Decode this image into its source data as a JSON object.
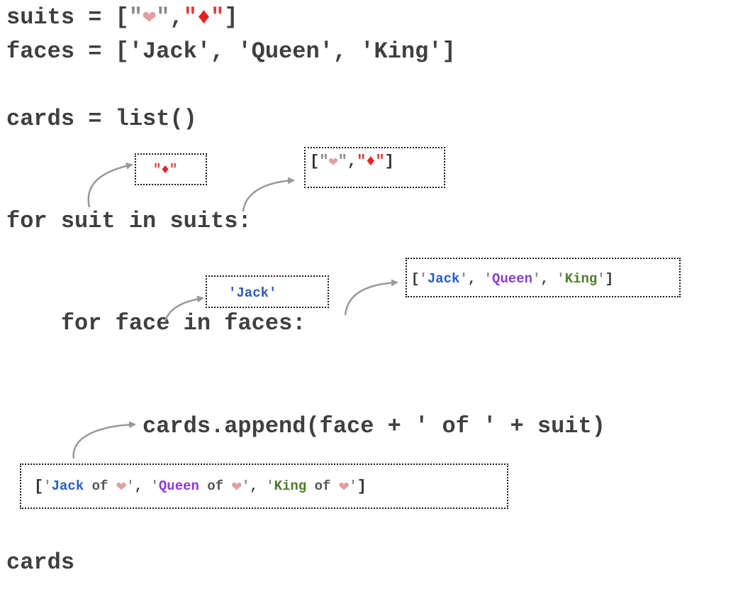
{
  "code": {
    "suits_pre": "suits = [",
    "suits_q": "\"",
    "suits_sep": ",",
    "suits_close": "]",
    "heart": "❤",
    "diamond": "♦",
    "faces_line": "faces = ['Jack', 'Queen', 'King']",
    "cards_line": "cards = list()",
    "for_suit_line": "for suit in suits:",
    "for_face_line": "    for face in faces:",
    "append_line": "cards.append(face + ' of ' + suit)",
    "cards_end": "cards"
  },
  "boxes": {
    "suit_value": {
      "quote": "\"",
      "symbol": "♦"
    },
    "suits_list": {
      "open": "[",
      "quote": "\"",
      "heart": "❤",
      "sep": ",",
      "diamond": "♦",
      "close": "]"
    },
    "face_value": "'Jack'",
    "faces_list": {
      "open": "[",
      "sep": ", ",
      "close": "]",
      "q": "'",
      "items": [
        "Jack",
        "Queen",
        "King"
      ]
    },
    "cards_list": {
      "open": "[",
      "close": "]",
      "q": "'",
      "sep": ", ",
      "of": " of ",
      "heart": "❤",
      "items": [
        "Jack",
        "Queen",
        "King"
      ]
    }
  },
  "colors": {
    "code": "#3f3f3f",
    "heart": "#e0a0a0",
    "diamond": "#e52222",
    "jack": "#2a5bbf",
    "queen": "#8e3bd6",
    "king": "#4f7a2a",
    "arrow": "#999999"
  }
}
